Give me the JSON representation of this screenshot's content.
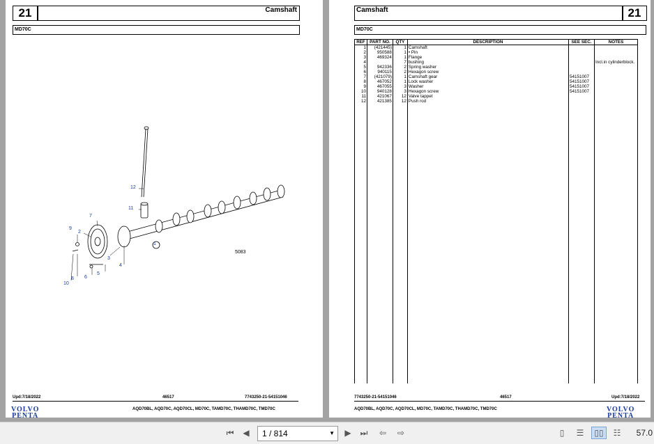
{
  "left_page": {
    "group_number": "21",
    "title": "Camshaft",
    "model": "MD70C",
    "diagram": {
      "ref_labels": [
        "12",
        "11",
        "1",
        "9",
        "2",
        "7",
        "3",
        "4",
        "5",
        "6",
        "8",
        "10"
      ],
      "drawing_number": "5083"
    },
    "footer": {
      "updated": "Upd:7/18/2022",
      "code": "46517",
      "ref": "7743250-21-54151046",
      "models": "AQD70BL, AQD70C, AQD70CL, MD70C, TAMD70C, THAMD70C, TMD70C"
    },
    "logo_lines": [
      "VOLVO",
      "PENTA"
    ]
  },
  "right_page": {
    "group_number": "21",
    "title": "Camshaft",
    "model": "MD70C",
    "table": {
      "headers": [
        "REF",
        "PART NO.",
        "QTY",
        "DESCRIPTION",
        "SEE SEC.",
        "NOTES"
      ],
      "rows": [
        [
          "1",
          "(421445)",
          "1",
          "Camshaft",
          "",
          ""
        ],
        [
          "2",
          "950588",
          "1",
          "• Pin",
          "",
          ""
        ],
        [
          "3",
          "469324",
          "1",
          "Flange",
          "",
          ""
        ],
        [
          "4",
          "",
          "7",
          "bushing",
          "",
          "Incl.in cylinderblock."
        ],
        [
          "5",
          "942336",
          "2",
          "Spring washer",
          "",
          ""
        ],
        [
          "6",
          "940115",
          "2",
          "Hexagon screw",
          "",
          ""
        ],
        [
          "7",
          "(421079)",
          "1",
          "Camshaft gear",
          "54151007",
          ""
        ],
        [
          "8",
          "467052",
          "1",
          "Lock washer",
          "54151007",
          ""
        ],
        [
          "9",
          "467055",
          "3",
          "Washer",
          "54151007",
          ""
        ],
        [
          "10",
          "940128",
          "3",
          "Hexagon screw",
          "54151007",
          ""
        ],
        [
          "11",
          "421067",
          "12",
          "Valve tappet",
          "",
          ""
        ],
        [
          "12",
          "421385",
          "12",
          "Push rod",
          "",
          ""
        ]
      ]
    },
    "footer": {
      "ref": "7743250-21-54151046",
      "code": "46517",
      "updated": "Upd:7/18/2022",
      "models": "AQD70BL, AQD70C, AQD70CL, MD70C, TAMD70C, THAMD70C, TMD70C"
    },
    "logo_lines": [
      "VOLVO",
      "PENTA"
    ]
  },
  "toolbar": {
    "page_indicator": "1 / 814",
    "zoom": "57.0",
    "icons": [
      "first-page-icon",
      "prev-page-icon",
      "next-page-icon",
      "last-page-icon",
      "go-back-icon",
      "go-forward-icon",
      "single-page-icon",
      "continuous-icon",
      "two-page-icon",
      "two-page-continuous-icon"
    ]
  },
  "colors": {
    "logo": "#1a3aa0",
    "viewer_bg": "#a3a3a3",
    "toolbar_bg": "#f0f0f0"
  }
}
